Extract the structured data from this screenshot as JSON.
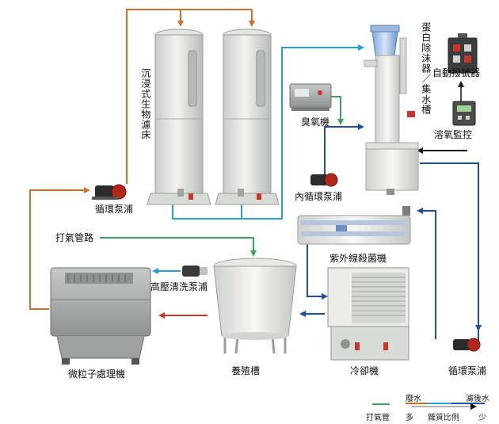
{
  "labels": {
    "biofilter": "沉浸式生物濾床",
    "protein_skimmer": "蛋白除沫器／集水槽",
    "auto_dialer": "自動撥號器",
    "ozone_generator": "臭氧機",
    "do_monitor": "溶氧監控",
    "circ_pump_left": "循環泵浦",
    "inner_circ_pump": "內循環泵浦",
    "aeration_line": "打氣管路",
    "uv_sterilizer": "紫外線殺菌機",
    "hp_wash_pump": "高壓清洗泵浦",
    "particle_processor": "微粒子處理機",
    "culture_tank": "養殖槽",
    "chiller": "冷卻機",
    "circ_pump_right": "循環泵浦"
  },
  "legend": {
    "aeration": "打氣管",
    "waste_water": "廢水",
    "filtered_water": "濾後水",
    "many": "多",
    "water_quality_ratio": "雜質比例",
    "few": "少"
  },
  "colors": {
    "orange": "#c8702c",
    "cyan": "#2a9fd6",
    "navy": "#1f4e9c",
    "green": "#3ca35a",
    "red": "#c03a2b",
    "black": "#111111"
  }
}
